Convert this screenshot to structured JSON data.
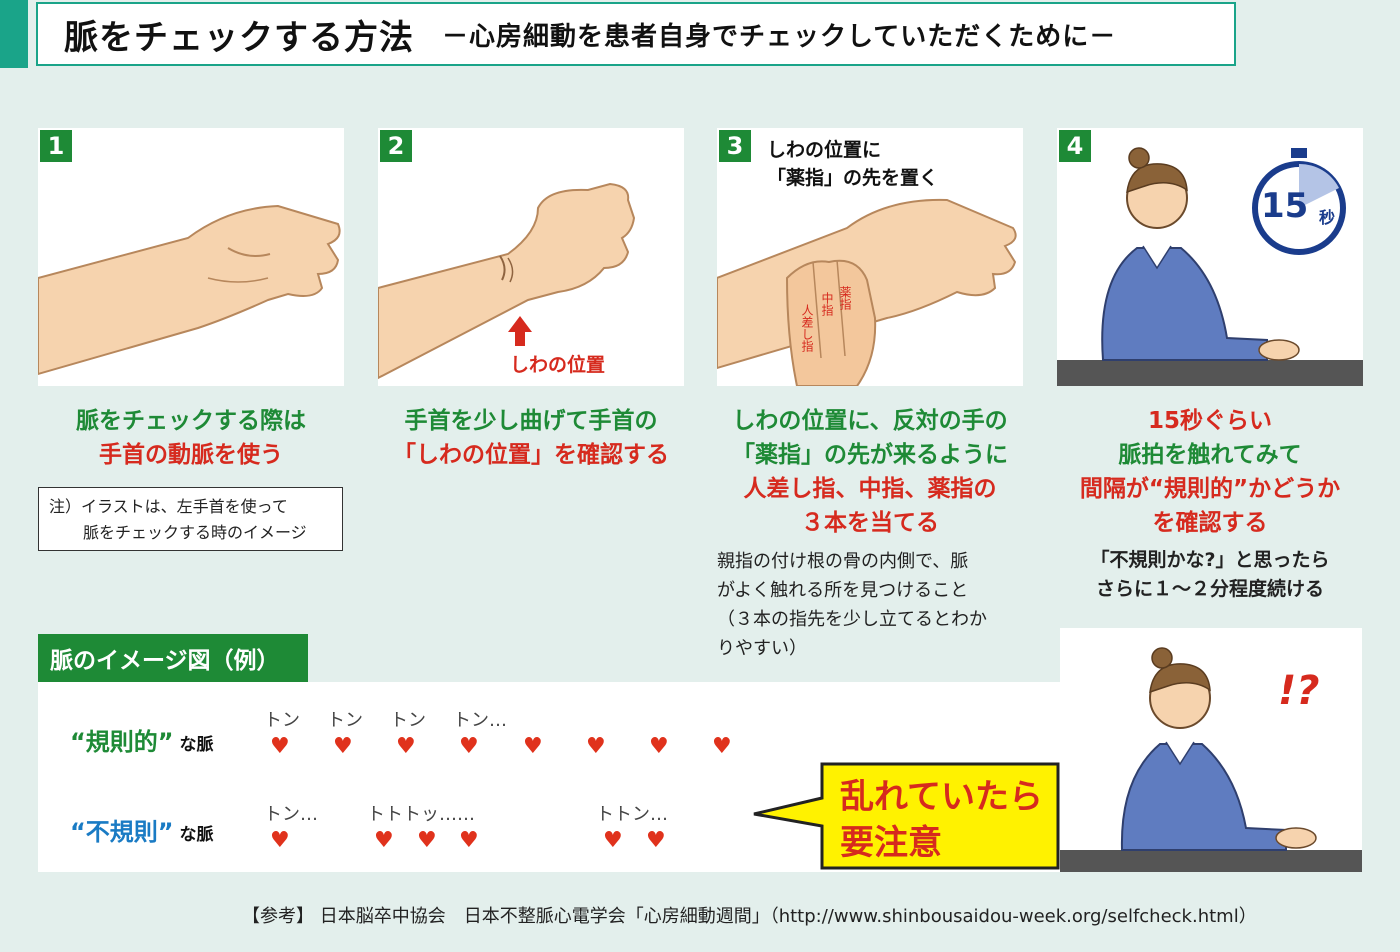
{
  "header": {
    "title": "脈をチェックする方法",
    "subtitle": "－心房細動を患者自身でチェックしていただくために－"
  },
  "steps": [
    {
      "num": "1",
      "line1": "脈をチェックする際は",
      "line2": "手首の動脈を使う"
    },
    {
      "num": "2",
      "line1": "手首を少し曲げて手首の",
      "line2": "「しわの位置」を確認する",
      "arrow_label": "しわの位置"
    },
    {
      "num": "3",
      "callout1": "しわの位置に",
      "callout2": "「薬指」の先を置く",
      "finger1": "薬指",
      "finger2": "中指",
      "finger3": "人差し指",
      "line1": "しわの位置に、反対の手の",
      "line2": "「薬指」の先が来るように",
      "line3": "人差し指、中指、薬指の",
      "line4": "３本を当てる",
      "detail": [
        "親指の付け根の骨の内側で、脈",
        "がよく触れる所を見つけること",
        "（３本の指先を少し立てるとわか",
        "りやすい）"
      ]
    },
    {
      "num": "4",
      "timer_num": "15",
      "timer_unit": "秒",
      "line1": "15秒ぐらい",
      "line2": "脈拍を触れてみて",
      "line3": "間隔が“規則的”かどうか",
      "line4": "を確認する",
      "detail1": "「不規則かな?」と思ったら",
      "detail2": "さらに１～２分程度続ける"
    }
  ],
  "note": {
    "line1": "注）イラストは、左手首を使って",
    "line2": "脈をチェックする時のイメージ"
  },
  "pulse": {
    "tab_title": "脈のイメージ図（例）",
    "regular_label": "“規則的”",
    "regular_suffix": "な脈",
    "regular_tons": [
      "トン",
      "トン",
      "トン",
      "トン…"
    ],
    "irregular_label": "“不規則”",
    "irregular_suffix": "な脈",
    "irregular_tons": [
      "トン…",
      "トトトッ……",
      "トトン…"
    ],
    "warning1": "乱れていたら",
    "warning2": "要注意",
    "exclaim": "!?"
  },
  "footer": "【参考】 日本脳卒中協会　日本不整脈心電学会「心房細動週間」（http://www.shinbousaidou-week.org/selfcheck.html）",
  "colors": {
    "green": "#1e8a36",
    "red": "#d62a1e",
    "blue": "#1a7bc4",
    "teal": "#1aa489"
  }
}
